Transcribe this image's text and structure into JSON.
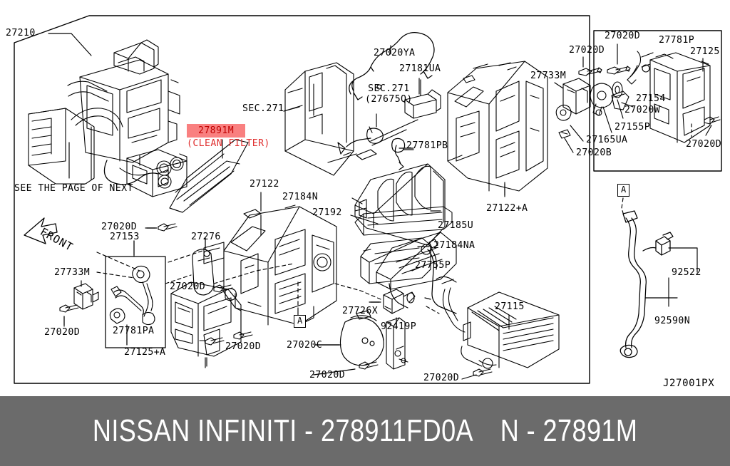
{
  "diagram": {
    "id_code": "J27001PX",
    "note_see_next": "SEE THE PAGE OF NEXT",
    "front_arrow_label": "FRONT",
    "ref_marker_a": "A",
    "ref_marker_a2": "A",
    "highlight": {
      "part_number": "27891M",
      "description": "(CLEAN FILTER)",
      "box_color": "#f98080",
      "text_color": "#c00000"
    },
    "section_refs": [
      {
        "label": "SEC.271"
      },
      {
        "label": "SEC.271",
        "sub": "(27675Q)"
      }
    ],
    "callouts": [
      {
        "id": "27210",
        "text": "27210"
      },
      {
        "id": "27020YA",
        "text": "27020YA"
      },
      {
        "id": "27181UA",
        "text": "27181UA"
      },
      {
        "id": "27733M_r",
        "text": "27733M"
      },
      {
        "id": "27020D_a",
        "text": "27020D"
      },
      {
        "id": "27020D_b",
        "text": "27020D"
      },
      {
        "id": "27781P",
        "text": "27781P"
      },
      {
        "id": "27125",
        "text": "27125"
      },
      {
        "id": "27154",
        "text": "27154"
      },
      {
        "id": "27020W",
        "text": "27020W"
      },
      {
        "id": "27155P",
        "text": "27155P"
      },
      {
        "id": "27165UA",
        "text": "27165UA"
      },
      {
        "id": "27020B",
        "text": "27020B"
      },
      {
        "id": "27020D_c",
        "text": "27020D"
      },
      {
        "id": "27781PB",
        "text": "27781PB"
      },
      {
        "id": "27122",
        "text": "27122"
      },
      {
        "id": "27184N",
        "text": "27184N"
      },
      {
        "id": "27192",
        "text": "27192"
      },
      {
        "id": "27185U",
        "text": "27185U"
      },
      {
        "id": "27184NA",
        "text": "27184NA"
      },
      {
        "id": "27122A",
        "text": "27122+A"
      },
      {
        "id": "27755P",
        "text": "27755P"
      },
      {
        "id": "27276",
        "text": "27276"
      },
      {
        "id": "27020D_d",
        "text": "27020D"
      },
      {
        "id": "27153",
        "text": "27153"
      },
      {
        "id": "27733M_l",
        "text": "27733M"
      },
      {
        "id": "27020D_e",
        "text": "27020D"
      },
      {
        "id": "27781PA",
        "text": "27781PA"
      },
      {
        "id": "27125A",
        "text": "27125+A"
      },
      {
        "id": "27020D_f",
        "text": "27020D"
      },
      {
        "id": "27020D_g",
        "text": "27020D"
      },
      {
        "id": "27020C",
        "text": "27020C"
      },
      {
        "id": "27020D_h",
        "text": "27020D"
      },
      {
        "id": "27726X",
        "text": "27726X"
      },
      {
        "id": "92419P",
        "text": "92419P"
      },
      {
        "id": "27020D_i",
        "text": "27020D"
      },
      {
        "id": "27115",
        "text": "27115"
      },
      {
        "id": "27020D_j",
        "text": "27020D"
      },
      {
        "id": "92522",
        "text": "92522"
      },
      {
        "id": "92590N",
        "text": "92590N"
      }
    ]
  },
  "footer": {
    "brand": "NISSAN INFINITI - 278911FD0A",
    "part_ref": "N - 27891M"
  }
}
